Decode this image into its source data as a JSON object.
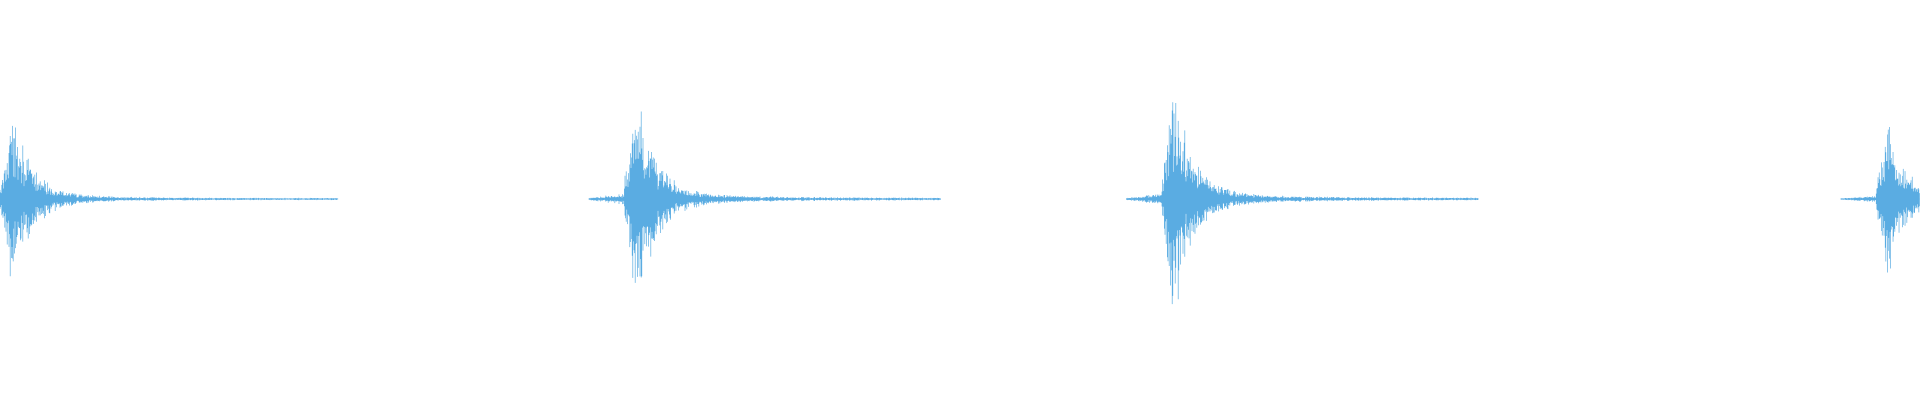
{
  "waveform": {
    "color": "#5aace2",
    "background": "#ffffff",
    "bursts": [
      {
        "onset": 0.0,
        "peak_amplitude": 0.76,
        "decay": 0.16
      },
      {
        "onset": 0.325,
        "peak_amplitude": 1.0,
        "decay": 0.15
      },
      {
        "onset": 0.605,
        "peak_amplitude": 1.0,
        "decay": 0.15
      },
      {
        "onset": 0.977,
        "peak_amplitude": 0.66,
        "decay": 0.15
      }
    ]
  }
}
